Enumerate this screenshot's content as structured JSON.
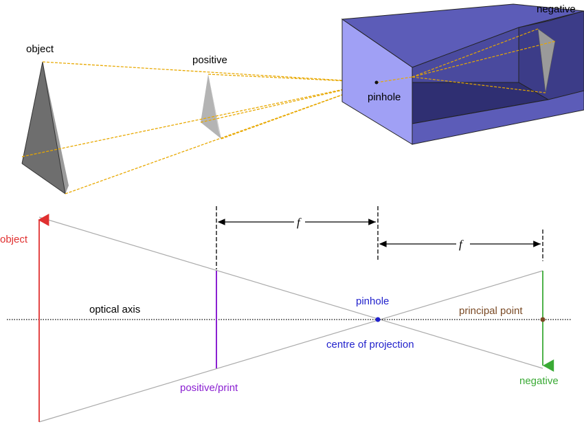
{
  "top": {
    "object_label": "object",
    "positive_label": "positive",
    "negative_label": "negative",
    "pinhole_label": "pinhole"
  },
  "bottom": {
    "object_label": "object",
    "optical_axis_label": "optical axis",
    "pinhole_label": "pinhole",
    "centre_label": "centre of projection",
    "principal_point_label": "principal point",
    "positive_print_label": "positive/print",
    "negative_label": "negative",
    "focal_label_left": "f",
    "focal_label_right": "f"
  },
  "colors": {
    "object": "#e03030",
    "positive": "#8a1fd1",
    "negative": "#3aaa35",
    "pinhole": "#2222cc",
    "principal_point": "#7a4a25",
    "box_fill": "#6464c8",
    "box_light": "#9a9af0",
    "ray": "#e8a800"
  }
}
